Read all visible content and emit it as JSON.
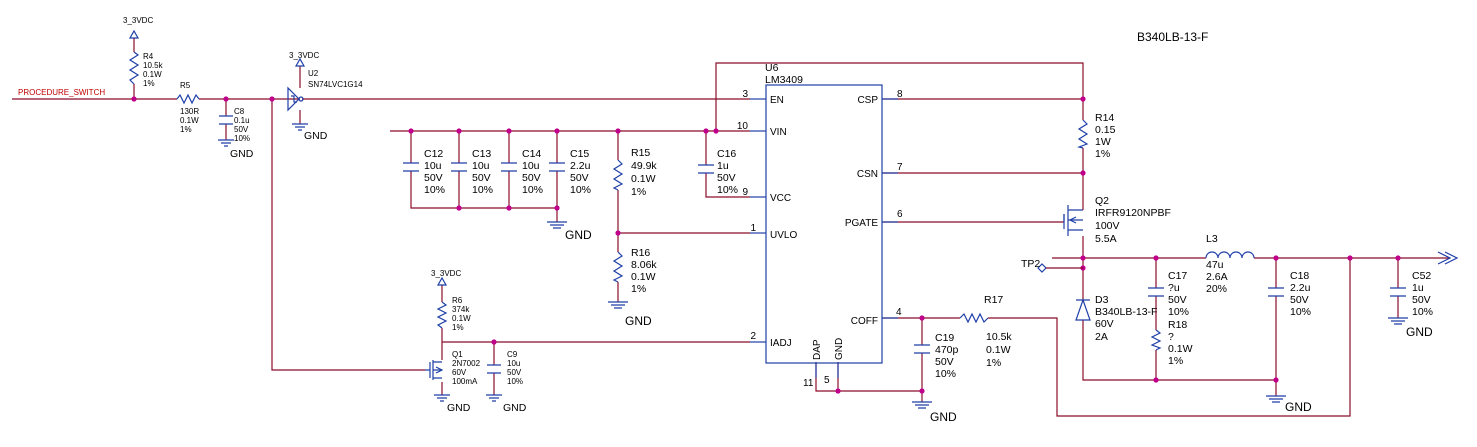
{
  "net_label": "PROCEDURE_SWITCH",
  "corner_note": "B340LB-13-F",
  "power_labels": {
    "r4_rail": "3_3VDC",
    "u2_rail": "3_3VDC",
    "r6_rail": "3_3VDC"
  },
  "gnd_labels": {
    "c8": "GND",
    "u2": "GND",
    "caps": "GND",
    "r16": "GND",
    "q1": "GND",
    "c9": "GND",
    "c19": "GND",
    "d3": "GND",
    "c52": "GND"
  },
  "small_parts": {
    "R4": [
      "R4",
      "10.5k",
      "0.1W",
      "1%"
    ],
    "R5": [
      "R5",
      "130R",
      "0.1W",
      "1%"
    ],
    "C8": [
      "C8",
      "0.1u",
      "50V",
      "10%"
    ],
    "U2": [
      "U2",
      "SN74LVC1G14"
    ],
    "R6": [
      "R6",
      "374k",
      "0.1W",
      "1%"
    ],
    "Q1": [
      "Q1",
      "2N7002",
      "60V",
      "100mA"
    ],
    "C9": [
      "C9",
      "10u",
      "50V",
      "10%"
    ]
  },
  "parts": {
    "C12": [
      "C12",
      "10u",
      "50V",
      "10%"
    ],
    "C13": [
      "C13",
      "10u",
      "50V",
      "10%"
    ],
    "C14": [
      "C14",
      "10u",
      "50V",
      "10%"
    ],
    "C15": [
      "C15",
      "2.2u",
      "50V",
      "10%"
    ],
    "R15": [
      "R15",
      "49.9k",
      "0.1W",
      "1%"
    ],
    "R16": [
      "R16",
      "8.06k",
      "0.1W",
      "1%"
    ],
    "C16": [
      "C16",
      "1u",
      "50V",
      "10%"
    ],
    "C19": [
      "C19",
      "470p",
      "50V",
      "10%"
    ],
    "R17": [
      "R17",
      "10.5k",
      "0.1W",
      "1%"
    ],
    "R14": [
      "R14",
      "0.15",
      "1W",
      "1%"
    ],
    "Q2": [
      "Q2",
      "IRFR9120NPBF",
      "100V",
      "5.5A"
    ],
    "D3": [
      "D3",
      "B340LB-13-F",
      "60V",
      "2A"
    ],
    "L3": [
      "L3",
      "47u",
      "2.6A",
      "20%"
    ],
    "C17": [
      "C17",
      "?u",
      "50V",
      "10%"
    ],
    "R18": [
      "R18",
      "?",
      "0.1W",
      "1%"
    ],
    "C18": [
      "C18",
      "2.2u",
      "50V",
      "10%"
    ],
    "C52": [
      "C52",
      "1u",
      "50V",
      "10%"
    ]
  },
  "tp2": "TP2",
  "u6": {
    "ref": "U6",
    "part": "LM3409",
    "left_pins": [
      {
        "name": "EN",
        "num": "3"
      },
      {
        "name": "VIN",
        "num": "10"
      },
      {
        "name": "VCC",
        "num": "9"
      },
      {
        "name": "UVLO",
        "num": "1"
      },
      {
        "name": "IADJ",
        "num": "2"
      }
    ],
    "right_pins": [
      {
        "name": "CSP",
        "num": "8"
      },
      {
        "name": "CSN",
        "num": "7"
      },
      {
        "name": "PGATE",
        "num": "6"
      },
      {
        "name": "COFF",
        "num": "4"
      }
    ],
    "bottom_pins": [
      {
        "name": "DAP",
        "num": "11"
      },
      {
        "name": "GND",
        "num": "5"
      }
    ]
  }
}
